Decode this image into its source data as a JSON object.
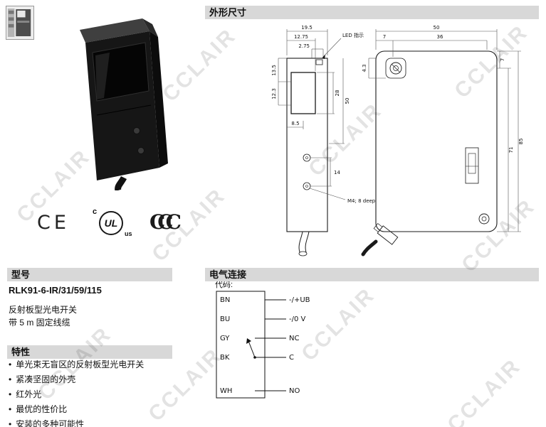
{
  "watermark": {
    "text": "CCLAIR"
  },
  "ui": {
    "bullet": "•"
  },
  "headers": {
    "dimensions": "外形尺寸",
    "model": "型号",
    "features": "特性",
    "electrical": "电气连接"
  },
  "product": {
    "model": "RLK91-6-IR/31/59/115",
    "description_line1": "反射板型光电开关",
    "description_line2": "带 5 m 固定线缆"
  },
  "features": [
    "单光束无盲区的反射板型光电开关",
    "紧凑坚固的外壳",
    "红外光",
    "最优的性价比",
    "安装的多种可能性"
  ],
  "certifications": {
    "ce": "CE",
    "ul": "UL",
    "ul_c": "c",
    "ul_us": "us",
    "ccc": "CCC"
  },
  "electrical": {
    "code_label": "代码:",
    "terminals": [
      {
        "code": "BN",
        "signal": "-/+UB"
      },
      {
        "code": "BU",
        "signal": "-/0 V"
      },
      {
        "code": "GY",
        "signal": "NC"
      },
      {
        "code": "BK",
        "signal": "C"
      },
      {
        "code": "WH",
        "signal": "NO"
      }
    ]
  },
  "dimensions": {
    "front_view": {
      "width_total": "19.5",
      "width_window": "12.75",
      "led_offset": "2.75",
      "led_label": "LED 指示",
      "side_top": "13.5",
      "side_mid": "12.3",
      "window_height": "28",
      "body_height_ref": "50",
      "window_bottom": "8.5",
      "hole_spacing": "14",
      "thread_note": "M4; 8 deep"
    },
    "side_view": {
      "depth_total": "50",
      "front_offset": "7",
      "depth_inner": "36",
      "corner": "4.3",
      "top_edge": "7",
      "height_holes": "71",
      "height_total": "85"
    }
  }
}
